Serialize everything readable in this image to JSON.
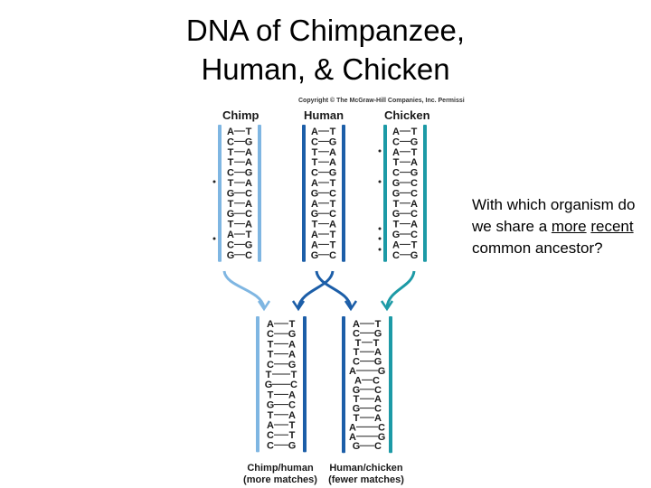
{
  "title": {
    "line1": "DNA of Chimpanzee,",
    "line2": "Human, & Chicken"
  },
  "question": {
    "part1": "With which organism do we share a ",
    "more": "more",
    "space": " ",
    "recent": "recent",
    "part2": " common ancestor?"
  },
  "figure": {
    "copyright": "Copyright © The McGraw-Hill Companies, Inc. Permissi",
    "organisms": {
      "chimp": "Chimp",
      "human": "Human",
      "chicken": "Chicken"
    },
    "sequences": {
      "chimp": {
        "left": [
          "A",
          "C",
          "T",
          "T",
          "C",
          "T",
          "G",
          "T",
          "G",
          "T",
          "A",
          "C",
          "G"
        ],
        "right": [
          "T",
          "G",
          "A",
          "A",
          "G",
          "A",
          "C",
          "A",
          "C",
          "A",
          "T",
          "G",
          "C"
        ]
      },
      "human": {
        "left": [
          "A",
          "C",
          "T",
          "T",
          "C",
          "A",
          "G",
          "A",
          "G",
          "T",
          "A",
          "A",
          "G"
        ],
        "right": [
          "T",
          "G",
          "A",
          "A",
          "G",
          "T",
          "C",
          "T",
          "C",
          "A",
          "T",
          "T",
          "C"
        ]
      },
      "chicken": {
        "left": [
          "A",
          "C",
          "A",
          "T",
          "C",
          "G",
          "G",
          "T",
          "G",
          "T",
          "G",
          "A",
          "C"
        ],
        "right": [
          "T",
          "G",
          "T",
          "A",
          "G",
          "C",
          "C",
          "A",
          "C",
          "A",
          "C",
          "T",
          "G"
        ]
      }
    },
    "comparisons": {
      "chimp_human": {
        "line1": "Chimp/human",
        "line2": "(more matches)",
        "left": [
          "A",
          "C",
          "T",
          "T",
          "C",
          "T",
          "G",
          "T",
          "G",
          "T",
          "A",
          "C",
          "C"
        ],
        "right": [
          "T",
          "G",
          "A",
          "A",
          "G",
          "T",
          "C",
          "A",
          "C",
          "A",
          "T",
          "T",
          "G"
        ]
      },
      "human_chicken": {
        "line1": "Human/chicken",
        "line2": "(fewer matches)",
        "left": [
          "A",
          "C",
          "T",
          "T",
          "C",
          "A",
          "A",
          "G",
          "T",
          "G",
          "T",
          "A",
          "A",
          "G"
        ],
        "right": [
          "T",
          "G",
          "T",
          "A",
          "G",
          "G",
          "C",
          "C",
          "A",
          "C",
          "A",
          "C",
          "G",
          "C"
        ]
      }
    },
    "colors": {
      "chimp_strand": "#7fb6e2",
      "human_strand": "#1c5ea8",
      "chicken_strand": "#1c9aa6",
      "label_text": "#1a1a1a"
    }
  }
}
